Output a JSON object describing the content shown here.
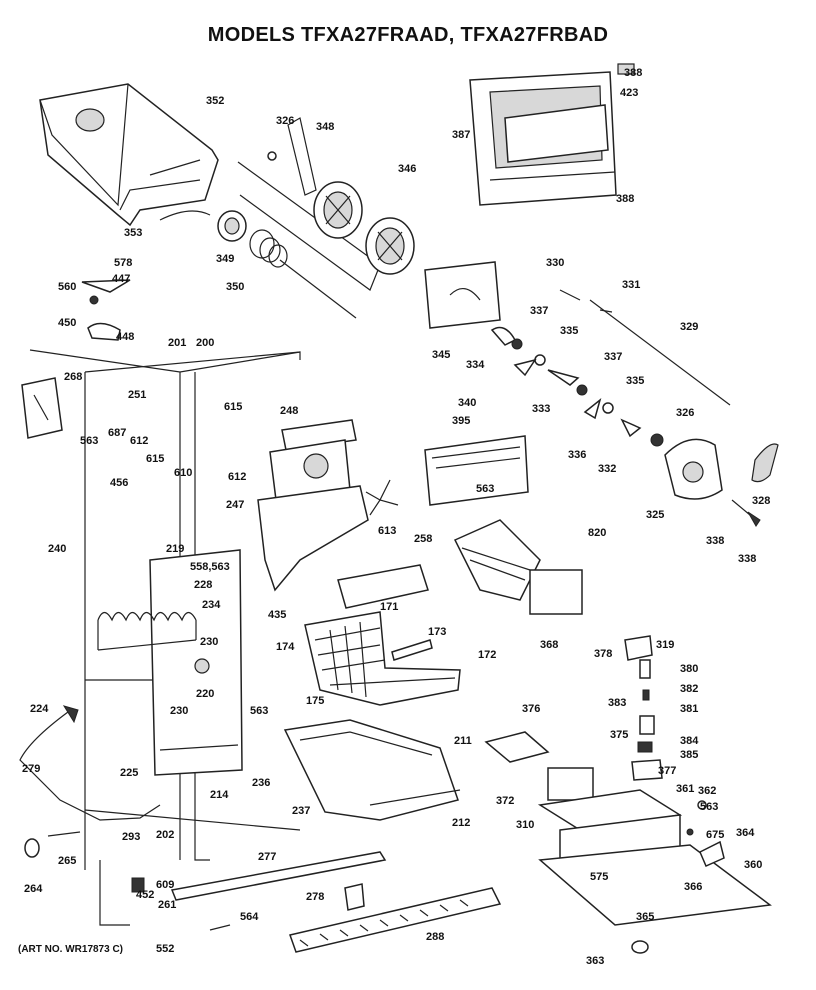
{
  "title": "MODELS TFXA27FRAAD, TFXA27FRBAD",
  "art_number": "(ART NO. WR17873 C)",
  "part_labels": [
    "352",
    "326",
    "348",
    "346",
    "387",
    "388",
    "423",
    "388",
    "353",
    "349",
    "350",
    "578",
    "447",
    "560",
    "450",
    "448",
    "345",
    "330",
    "331",
    "337",
    "334",
    "335",
    "329",
    "201",
    "200",
    "268",
    "251",
    "615",
    "248",
    "337",
    "340",
    "333",
    "335",
    "563",
    "687",
    "612",
    "615",
    "610",
    "612",
    "395",
    "563",
    "336",
    "332",
    "326",
    "456",
    "247",
    "613",
    "325",
    "328",
    "338",
    "338",
    "240",
    "219",
    "558,563",
    "228",
    "234",
    "258",
    "820",
    "230",
    "435",
    "171",
    "173",
    "220",
    "230",
    "174",
    "368",
    "378",
    "319",
    "172",
    "380",
    "382",
    "563",
    "175",
    "376",
    "383",
    "375",
    "381",
    "224",
    "211",
    "384",
    "385",
    "377",
    "236",
    "237",
    "372",
    "310",
    "361",
    "362",
    "563",
    "675",
    "364",
    "279",
    "225",
    "214",
    "212",
    "202",
    "293",
    "265",
    "264",
    "277",
    "360",
    "609",
    "452",
    "278",
    "261",
    "575",
    "366",
    "365",
    "564",
    "288",
    "552",
    "363"
  ],
  "icons": {
    "ice-bucket": "ice-bucket-icon",
    "auger": "auger-icon",
    "dispenser-door": "dispenser-door-icon",
    "motor": "motor-icon",
    "ice-maker": "ice-maker-icon",
    "shelf-basket": "wire-basket-icon",
    "pan": "drawer-pan-icon",
    "grille": "toe-grille-icon"
  }
}
